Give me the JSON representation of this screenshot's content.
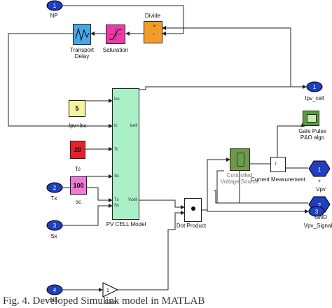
{
  "ports_in": {
    "np": "1",
    "tx": "2",
    "sx": "3",
    "ns": "4"
  },
  "ports_out": {
    "ipv_cell": "1",
    "plus": "1",
    "gnd": "2",
    "vpv_signal": "3"
  },
  "labels": {
    "np": "NP",
    "divide": "Divide",
    "transport_delay": "Transport\nDelay",
    "saturation": "Saturation",
    "ipv_isc": "Ipv=Isc",
    "tc": "Tc",
    "sc": "sc",
    "tx": "Tx",
    "sx": "Sx",
    "ns": "NS",
    "gain": "Gain",
    "pv_cell_model": "PV CELL Model",
    "dot_product": "Dot Product",
    "controlled_voltage_source": "Controlled\nVoltage Source",
    "current_measurement": "Current Measurement",
    "ipv_cell": "Ipv_cell",
    "gate_pulse": "Gate Pulse\nP&O algo",
    "plus": "+",
    "vpv": "Vpv",
    "gnd": "GND",
    "vpv_signal": "Vpv_Signal"
  },
  "constants": {
    "isc": "5",
    "tc": "20",
    "sc": "100"
  },
  "pv_ports_in": [
    "Isc",
    "Ic",
    "Tc",
    "Sc",
    "Tx",
    "Sx"
  ],
  "pv_ports_out": [
    "Icell",
    "Vcell"
  ],
  "caption": "Fig. 4. Developed Simulink model in MATLAB"
}
